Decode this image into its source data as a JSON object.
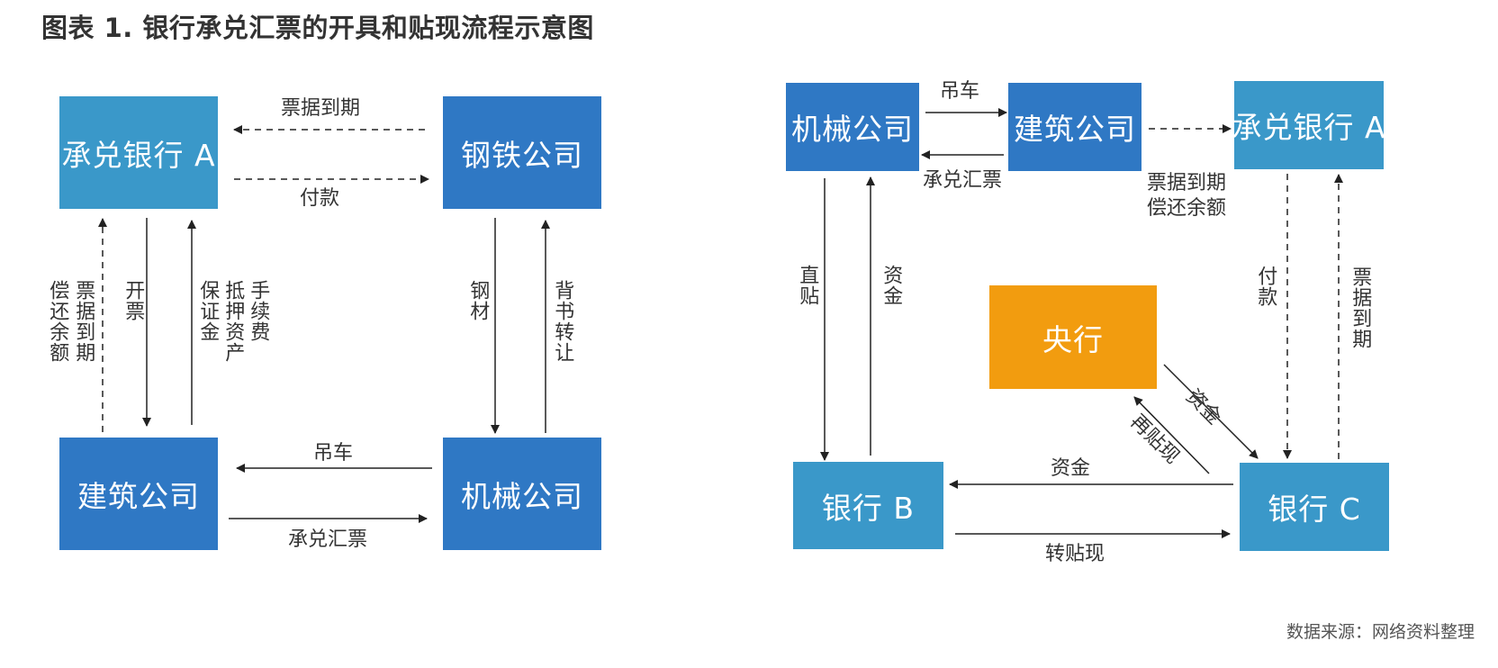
{
  "title": "图表 1. 银行承兑汇票的开具和贴现流程示意图",
  "source": "数据来源：网络资料整理",
  "left": {
    "nodes": {
      "bank_a": "承兑银行 A",
      "steel": "钢铁公司",
      "construction": "建筑公司",
      "machinery": "机械公司"
    },
    "edges": {
      "bill_due": "票据到期",
      "payment": "付款",
      "repay_left": "偿还余额",
      "bill_due_v": "票据到期",
      "issue": "开票",
      "deposit": "保证金",
      "collateral": "抵押资产",
      "fee": "手续费",
      "steel_material": "钢材",
      "endorse": "背书转让",
      "crane": "吊车",
      "acceptance": "承兑汇票"
    }
  },
  "right": {
    "nodes": {
      "machinery": "机械公司",
      "construction": "建筑公司",
      "bank_a": "承兑银行 A",
      "central_bank": "央行",
      "bank_b": "银行 B",
      "bank_c": "银行 C"
    },
    "edges": {
      "crane": "吊车",
      "acceptance": "承兑汇票",
      "bill_due": "票据到期",
      "repay": "偿还余额",
      "discount": "直贴",
      "funds_b": "资金",
      "pay": "付款",
      "bill_due_v": "票据到期",
      "funds_c": "资金",
      "rediscount": "再贴现",
      "funds_bc": "资金",
      "transfer": "转贴现"
    }
  }
}
